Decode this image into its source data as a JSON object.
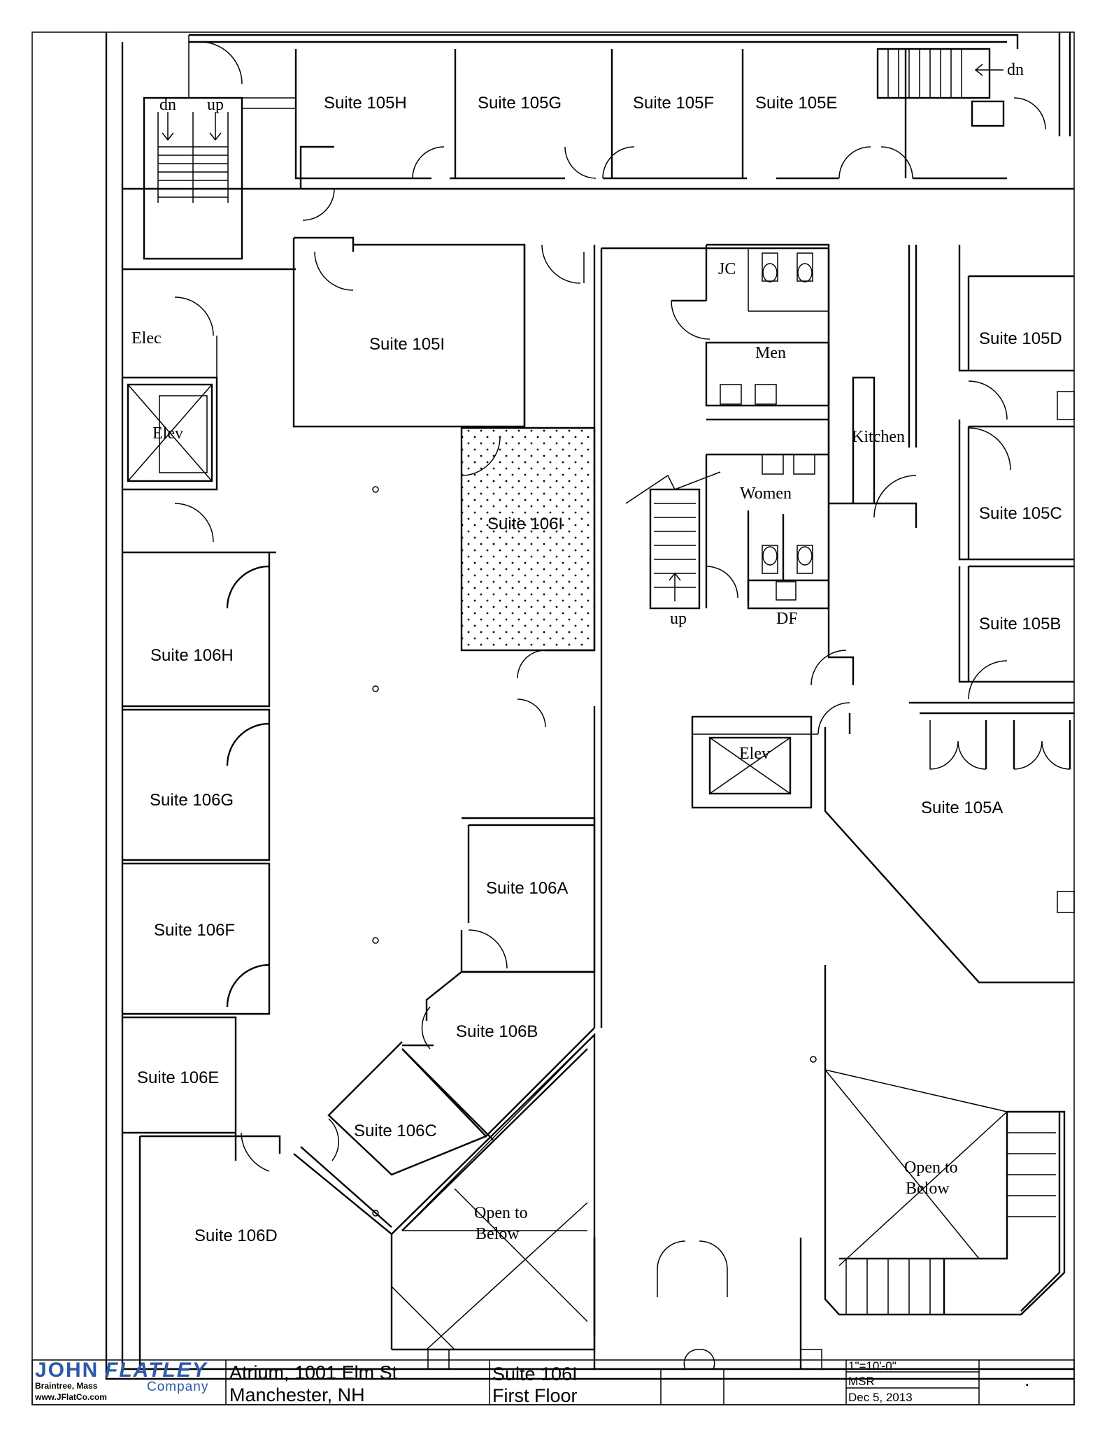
{
  "rooms": {
    "suite_105h": "Suite 105H",
    "suite_105g": "Suite 105G",
    "suite_105f": "Suite 105F",
    "suite_105e": "Suite 105E",
    "suite_105i": "Suite 105I",
    "suite_105d": "Suite 105D",
    "suite_105c": "Suite 105C",
    "suite_105b": "Suite 105B",
    "suite_105a": "Suite 105A",
    "suite_106i": "Suite 106I",
    "suite_106h": "Suite 106H",
    "suite_106g": "Suite 106G",
    "suite_106f": "Suite 106F",
    "suite_106e": "Suite 106E",
    "suite_106d": "Suite 106D",
    "suite_106c": "Suite 106C",
    "suite_106b": "Suite 106B",
    "suite_106a": "Suite 106A"
  },
  "labels": {
    "stair_dn_left": "dn",
    "stair_up_left": "up",
    "stair_dn_right": "dn",
    "elec": "Elec",
    "elev_left": "Elev",
    "elev_center": "Elev",
    "jc": "JC",
    "men": "Men",
    "women": "Women",
    "kitchen": "Kitchen",
    "stair_up_center": "up",
    "df": "DF",
    "open_to_below_left_1": "Open to",
    "open_to_below_left_2": "Below",
    "open_to_below_right_1": "Open to",
    "open_to_below_right_2": "Below"
  },
  "title_block": {
    "logo_john": "JOHN",
    "logo_flatley": "FLATLEY",
    "logo_company": "Company",
    "logo_city": "Braintree, Mass",
    "logo_web": "www.JFlatCo.com",
    "address_line1": "Atrium, 1001 Elm St",
    "address_line2": "Manchester, NH",
    "suite_line1": "Suite 106I",
    "suite_line2": "First Floor",
    "scale": "1\"=10'-0\"",
    "drawn_by": "MSR",
    "date": "Dec 5, 2013",
    "sheet_mark": "."
  }
}
